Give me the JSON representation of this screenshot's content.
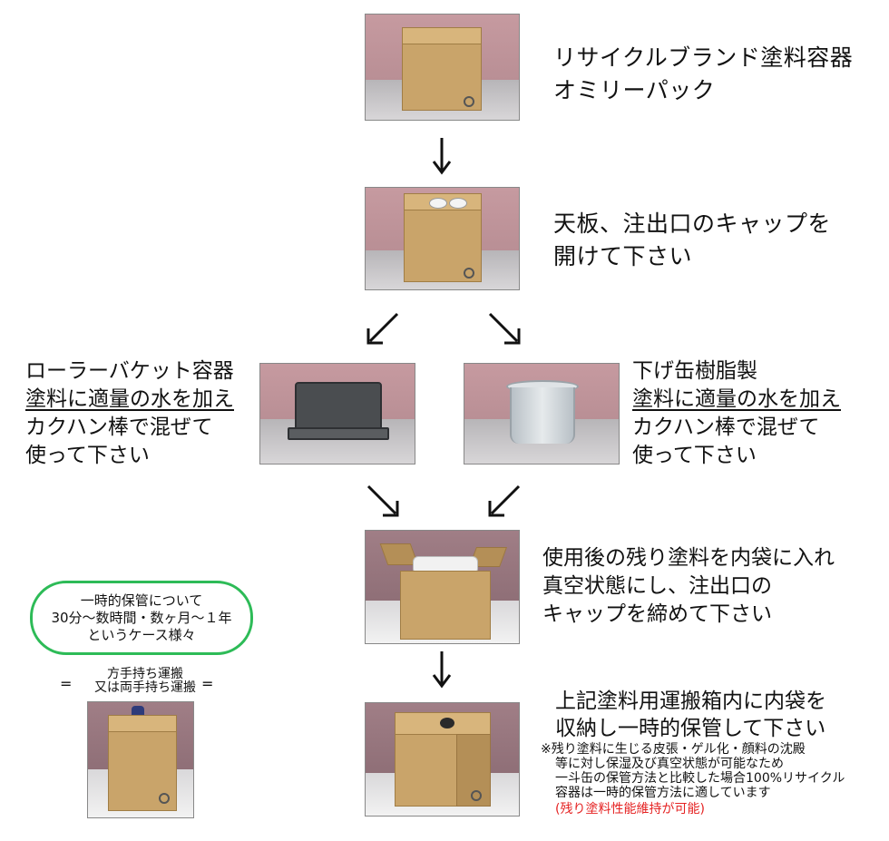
{
  "step1": {
    "title_line1": "リサイクルブランド塗料容器",
    "title_line2": "オミリーパック"
  },
  "step2": {
    "line1": "天板、注出口のキャップを",
    "line2": "開けて下さい"
  },
  "left_option": {
    "line1": "ローラーバケット容器",
    "line2": "塗料に適量の水を加え",
    "line3": "カクハン棒で混ぜて",
    "line4": "使って下さい"
  },
  "right_option": {
    "line1": "下げ缶樹脂製",
    "line2": "塗料に適量の水を加え",
    "line3": "カクハン棒で混ぜて",
    "line4": "使って下さい"
  },
  "step4": {
    "line1": "使用後の残り塗料を内袋に入れ",
    "line2": "真空状態にし、注出口の",
    "line3": "キャップを締めて下さい"
  },
  "step5": {
    "line1": "上記塗料用運搬箱内に内袋を",
    "line2": "収納し一時的保管して下さい",
    "note_line1": "※残り塗料に生じる皮張・ゲル化・顔料の沈殿",
    "note_line2": "等に対し保湿及び真空状態が可能なため",
    "note_line3": "一斗缶の保管方法と比較した場合100%リサイクル",
    "note_line4": "容器は一時的保管方法に適しています",
    "note_red": "(残り塗料性能維持が可能)"
  },
  "storage_oval": {
    "line1": "一時的保管について",
    "line2": "30分～数時間・数ヶ月～１年",
    "line3": "というケース様々"
  },
  "carry": {
    "eq_left": "=",
    "line1": "方手持ち運搬",
    "line2": "又は両手持ち運搬",
    "eq_right": "="
  },
  "colors": {
    "note_red": "#e52222",
    "oval_green": "#2dbb57"
  }
}
